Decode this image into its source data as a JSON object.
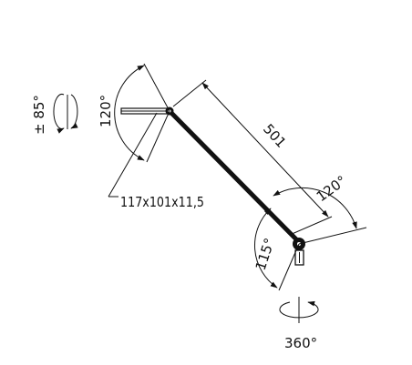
{
  "labels": {
    "head_rotation": "± 85°",
    "head_tilt": "120°",
    "head_size": "117x101x11,5",
    "arm_length": "501",
    "elbow_angle": "120°",
    "base_tilt": "115°",
    "base_rotation": "360°"
  },
  "colors": {
    "line": "#111111",
    "arm": "#111111",
    "background": "#ffffff"
  },
  "icons": [
    "rotation-arrow-icon",
    "pivot-joint-icon",
    "mount-socket-icon"
  ]
}
